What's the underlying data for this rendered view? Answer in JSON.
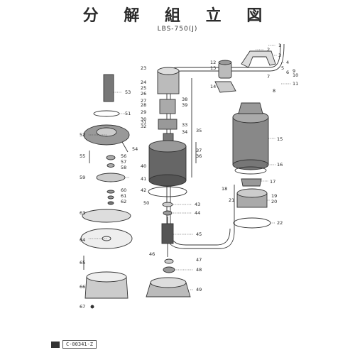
{
  "title": "分 解 組 立 図",
  "model": "LBS-750(J)",
  "drawing_number": "C-00341-Z",
  "part_numbers": [
    "1",
    "2",
    "3",
    "4",
    "5",
    "6",
    "7",
    "8",
    "9",
    "10",
    "11",
    "12",
    "13",
    "14",
    "15",
    "16",
    "17",
    "18",
    "19",
    "20",
    "21",
    "22",
    "23",
    "24",
    "25",
    "26",
    "27",
    "28",
    "29",
    "30",
    "31",
    "32",
    "33",
    "34",
    "35",
    "36",
    "37",
    "38",
    "39",
    "40",
    "41",
    "42",
    "43",
    "44",
    "45",
    "46",
    "47",
    "48",
    "49",
    "50",
    "51",
    "52",
    "53",
    "54",
    "55",
    "56",
    "57",
    "58",
    "59",
    "60",
    "61",
    "62",
    "63",
    "64",
    "65",
    "66",
    "67"
  ]
}
